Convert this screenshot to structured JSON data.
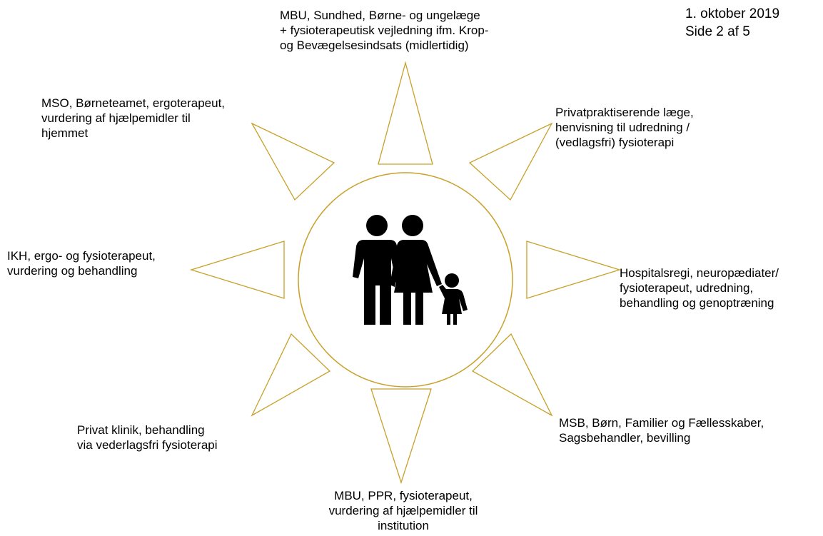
{
  "header": {
    "date": "1. oktober 2019",
    "page": "Side 2 af 5"
  },
  "colors": {
    "outline": "#C8A02A",
    "figures": "#000000"
  },
  "center": {
    "icon": "family-icon"
  },
  "nodes": {
    "top": [
      "MBU, Sundhed, Børne- og ungelæge",
      "+ fysioterapeutisk vejledning ifm. Krop-",
      "og Bevægelsesindsats (midlertidig)"
    ],
    "top_left": [
      "MSO, Børneteamet, ergoterapeut,",
      "vurdering af hjælpemidler til",
      "hjemmet"
    ],
    "top_right": [
      "Privatpraktiserende læge,",
      "henvisning til udredning /",
      "(vedlagsfri) fysioterapi"
    ],
    "left": [
      "IKH, ergo- og fysioterapeut,",
      "vurdering og behandling"
    ],
    "right": [
      "Hospitalsregi, neuropædiater/",
      "fysioterapeut, udredning,",
      "behandling og genoptræning"
    ],
    "bottom_left": [
      "Privat klinik, behandling",
      "via vederlagsfri fysioterapi"
    ],
    "bottom_right": [
      "MSB, Børn, Familier og Fællesskaber,",
      "Sagsbehandler, bevilling"
    ],
    "bottom": [
      "MBU, PPR, fysioterapeut,",
      "vurdering af hjælpemidler til",
      "institution"
    ]
  }
}
